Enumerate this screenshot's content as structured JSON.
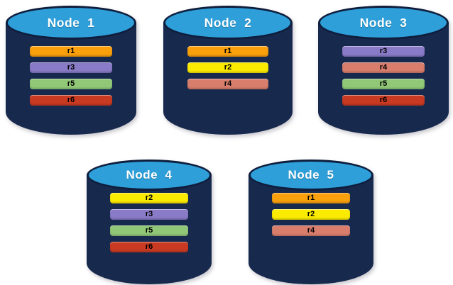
{
  "diagram": {
    "description": "Five database nodes with replicated partitions",
    "background": "#ffffff",
    "colors": {
      "cylinder_body": "#18294E",
      "cylinder_outline": "#0F1E3D",
      "cylinder_top": "#2E9FD9",
      "title_text": "#ffffff",
      "bar_text": "#000000",
      "r1": "#F9A00C",
      "r2": "#FBEB00",
      "r3": "#8A7BC8",
      "r4": "#D97E6D",
      "r5": "#90C878",
      "r6": "#C93A22"
    },
    "nodes": [
      {
        "title": "Node  1",
        "replicas": [
          "r1",
          "r3",
          "r5",
          "r6"
        ]
      },
      {
        "title": "Node  2",
        "replicas": [
          "r1",
          "r2",
          "r4"
        ]
      },
      {
        "title": "Node  3",
        "replicas": [
          "r3",
          "r4",
          "r5",
          "r6"
        ]
      },
      {
        "title": "Node  4",
        "replicas": [
          "r2",
          "r3",
          "r5",
          "r6"
        ]
      },
      {
        "title": "Node  5",
        "replicas": [
          "r1",
          "r2",
          "r4"
        ]
      }
    ]
  }
}
